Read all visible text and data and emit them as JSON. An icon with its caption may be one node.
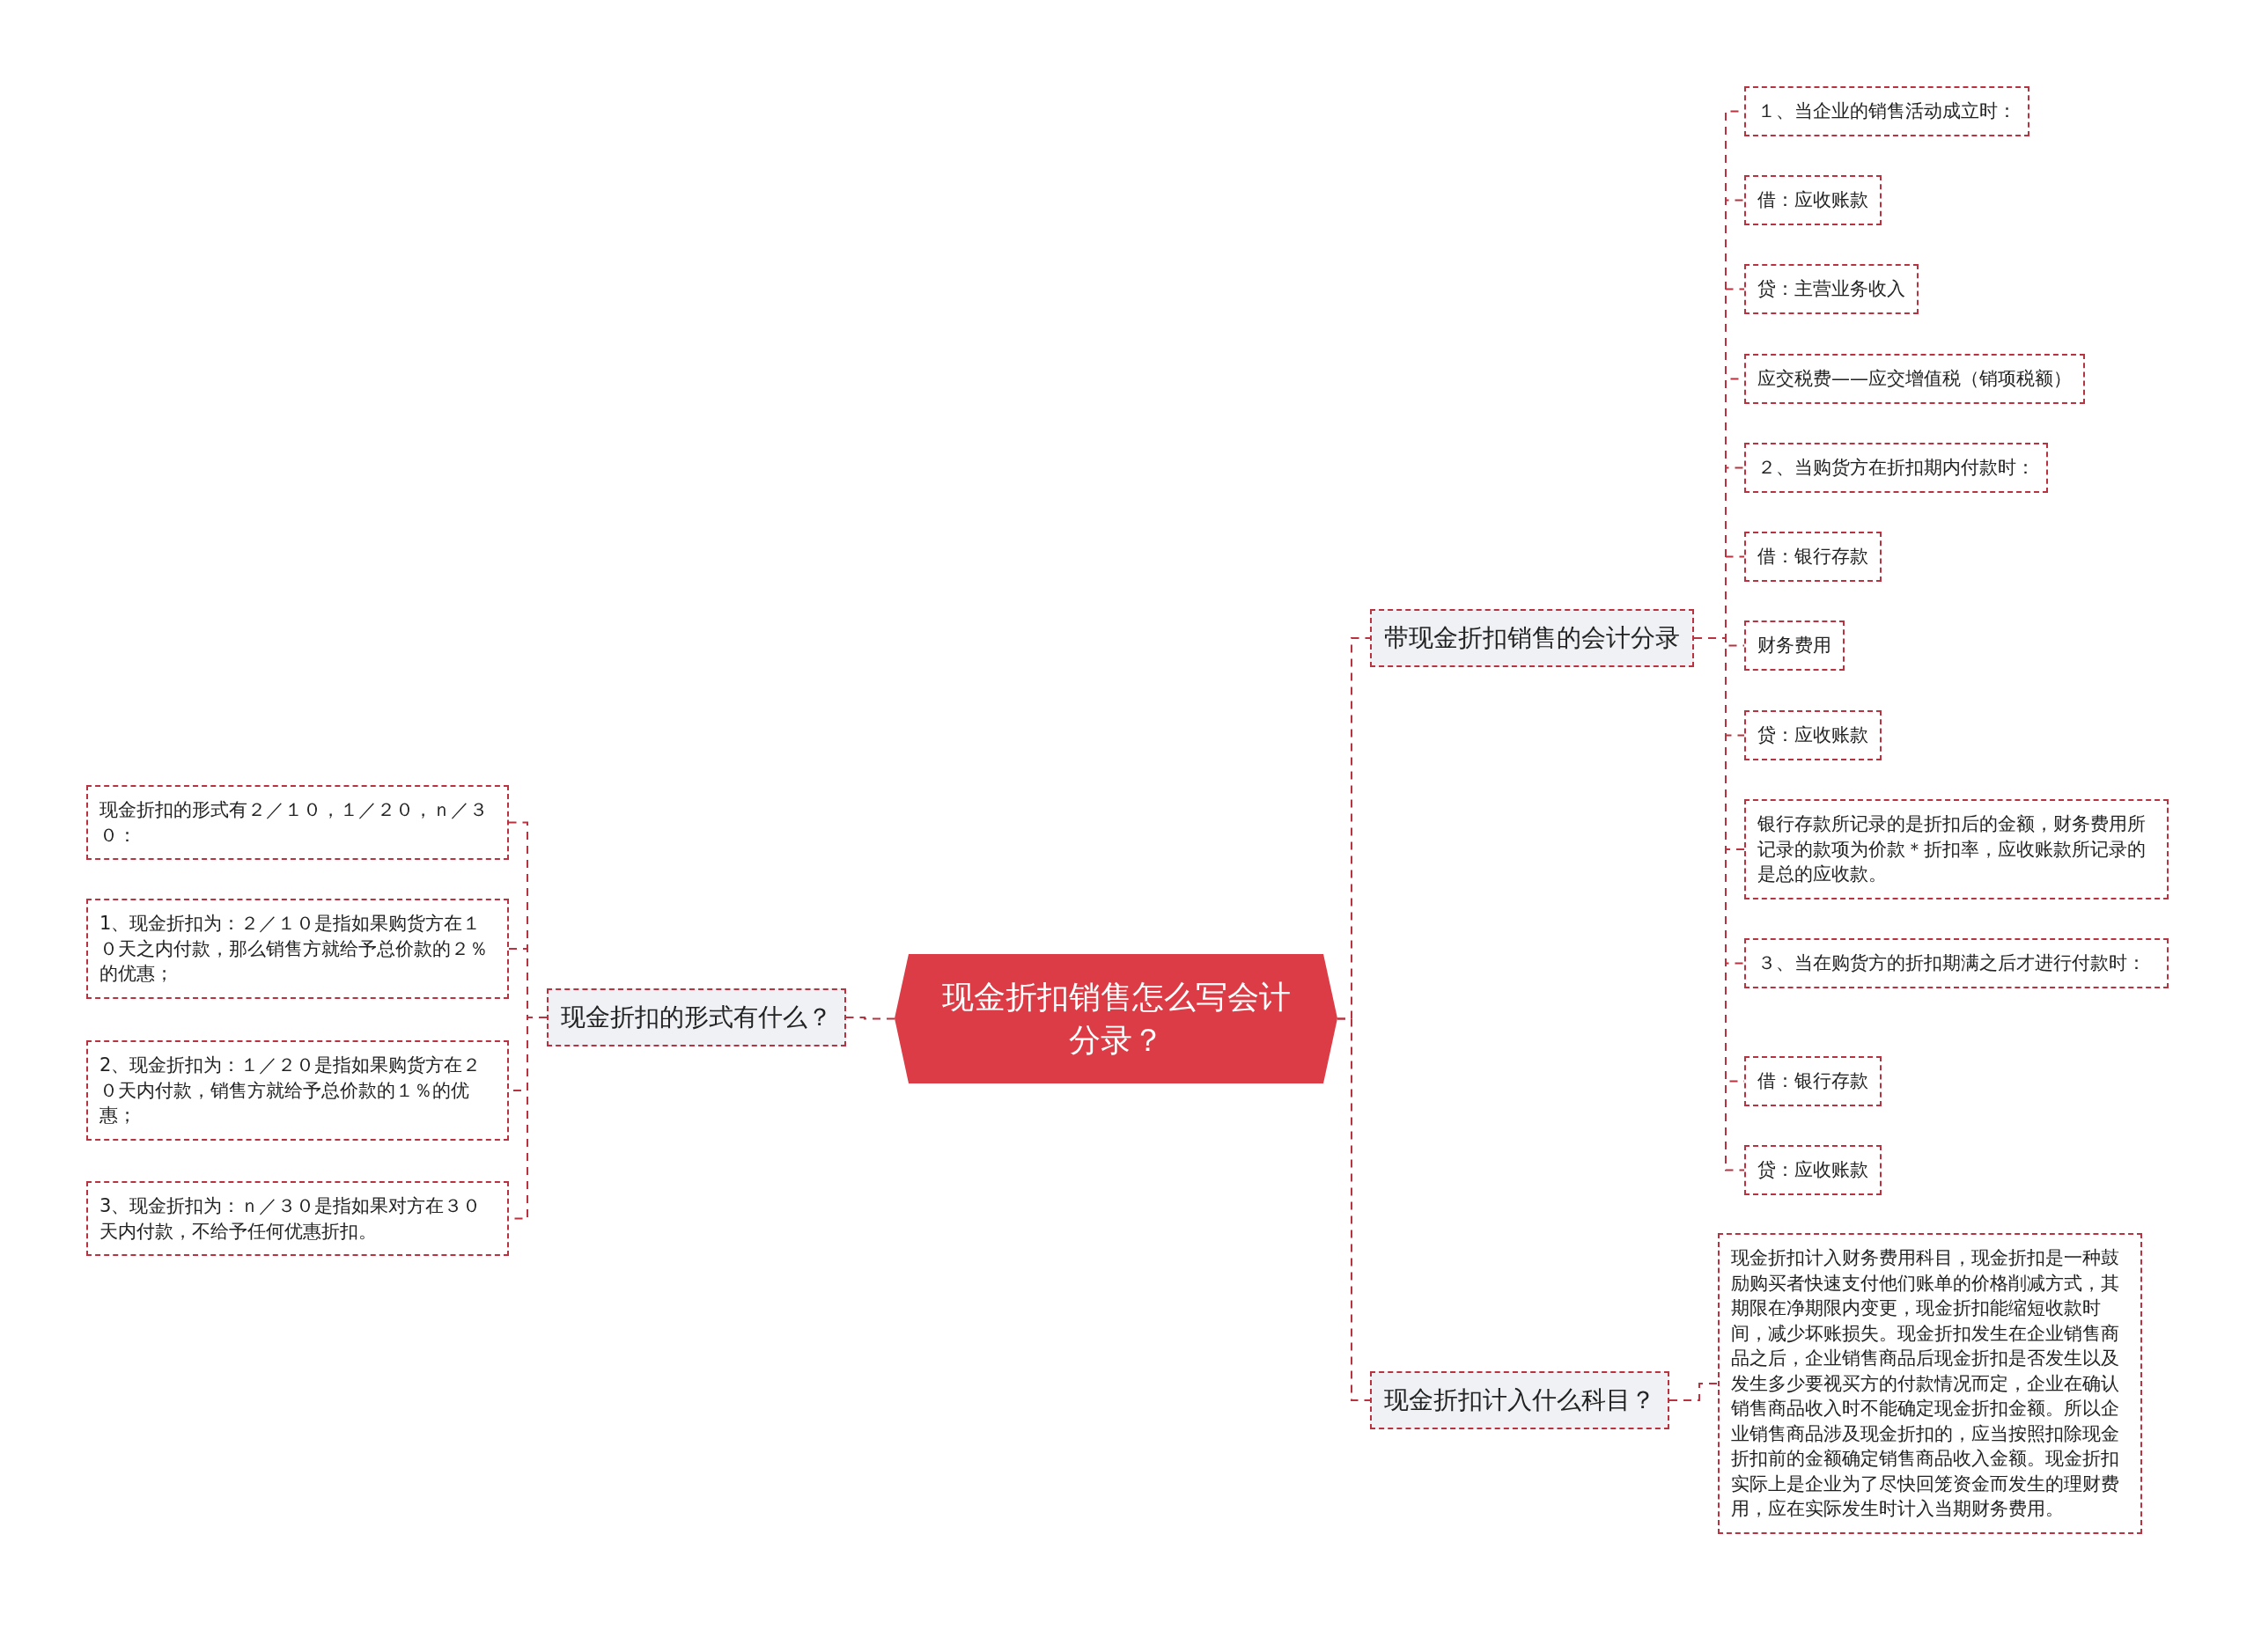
{
  "diagram": {
    "nodes": [
      {
        "text": [
          "现金折扣销售怎么写会计分录？"
        ]
      },
      {
        "text": [
          "带现金折扣销售的会计分录"
        ]
      },
      {
        "text": [
          "１、当企业的销售活动成立时："
        ]
      },
      {
        "text": [
          "借：应收账款"
        ]
      },
      {
        "text": [
          "贷：主营业务收入"
        ]
      },
      {
        "text": [
          "应交税费——应交增值税（销项税额）"
        ]
      },
      {
        "text": [
          "２、当购货方在折扣期内付款时："
        ]
      },
      {
        "text": [
          "借：银行存款"
        ]
      },
      {
        "text": [
          "财务费用"
        ]
      },
      {
        "text": [
          "贷：应收账款"
        ]
      },
      {
        "text": [
          "银行存款所记录的是折扣后的金额，财务费用所记录的款项为价款＊折扣率，应收账款所记录的是总的应收款。"
        ]
      },
      {
        "text": [
          "３、当在购货方的折扣期满之后才进行付款时："
        ]
      },
      {
        "text": [
          "借：银行存款"
        ]
      },
      {
        "text": [
          "贷：应收账款"
        ]
      },
      {
        "text": [
          "现金折扣计入什么科目？"
        ]
      },
      {
        "text": [
          "现金折扣计入财务费用科目，现金折扣是一种鼓励购买者快速支付他们账单的价格削减方式，其期限在净期限内变更，现金折扣能缩短收款时间，减少坏账损失。现金折扣发生在企业销售商品之后，企业销售商品后现金折扣是否发生以及发生多少要视买方的付款情况而定，企业在确认销售商品收入时不能确定现金折扣金额。所以企业销售商品涉及现金折扣的，应当按照扣除现金折扣前的金额确定销售商品收入金额。现金折扣实际上是企业为了尽快回笼资金而发生的理财费用，应在实际发生时计入当期财务费用。"
        ]
      },
      {
        "text": [
          "现金折扣的形式有什么？"
        ]
      },
      {
        "text": [
          "现金折扣的形式有２／１０，１／２０，ｎ／３０："
        ]
      },
      {
        "text": [
          "1、现金折扣为：２／１０是指如果购货方在１０天之内付款，那么销售方就给予总价款的２％的优惠；"
        ]
      },
      {
        "text": [
          "2、现金折扣为：１／２０是指如果购货方在２０天内付款，销售方就给予总价款的１％的优惠；"
        ]
      },
      {
        "text": [
          "3、现金折扣为：ｎ／３０是指如果对方在３０天内付款，不给予任何优惠折扣。"
        ]
      }
    ],
    "edges": [
      {
        "from": 0,
        "to": 1,
        "arrow": "none"
      },
      {
        "from": 1,
        "to": 2,
        "arrow": "none"
      },
      {
        "from": 1,
        "to": 3,
        "arrow": "none"
      },
      {
        "from": 1,
        "to": 4,
        "arrow": "none"
      },
      {
        "from": 1,
        "to": 5,
        "arrow": "none"
      },
      {
        "from": 1,
        "to": 6,
        "arrow": "none"
      },
      {
        "from": 1,
        "to": 7,
        "arrow": "none"
      },
      {
        "from": 1,
        "to": 8,
        "arrow": "none"
      },
      {
        "from": 1,
        "to": 9,
        "arrow": "none"
      },
      {
        "from": 1,
        "to": 10,
        "arrow": "none"
      },
      {
        "from": 1,
        "to": 11,
        "arrow": "none"
      },
      {
        "from": 1,
        "to": 12,
        "arrow": "none"
      },
      {
        "from": 1,
        "to": 13,
        "arrow": "none"
      },
      {
        "from": 0,
        "to": 14,
        "arrow": "none"
      },
      {
        "from": 14,
        "to": 15,
        "arrow": "none"
      },
      {
        "from": 0,
        "to": 16,
        "arrow": "none"
      },
      {
        "from": 16,
        "to": 17,
        "arrow": "none"
      },
      {
        "from": 16,
        "to": 18,
        "arrow": "none"
      },
      {
        "from": 16,
        "to": 19,
        "arrow": "none"
      },
      {
        "from": 16,
        "to": 20,
        "arrow": "none"
      }
    ]
  }
}
